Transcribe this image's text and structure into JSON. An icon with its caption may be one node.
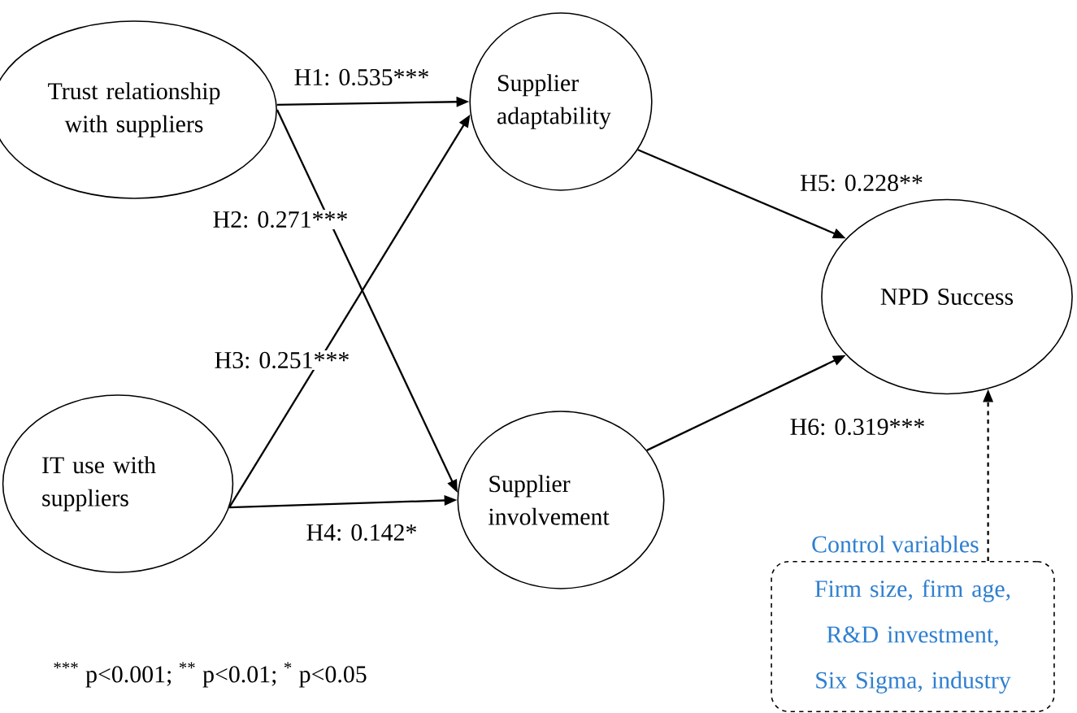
{
  "diagram": {
    "nodes": [
      {
        "text": [
          "Trust relationship with suppliers"
        ]
      },
      {
        "text": [
          "Supplier adaptability"
        ]
      },
      {
        "text": [
          "IT use with suppliers"
        ]
      },
      {
        "text": [
          "Supplier involvement"
        ]
      },
      {
        "text": [
          "NPD Success"
        ]
      },
      {
        "text": [
          "Control variables",
          "Firm size, firm age, R&D investment, Six Sigma, industry"
        ]
      }
    ],
    "edges": [
      {
        "from": 0,
        "to": 1,
        "arrow": "to",
        "label": "H1: 0.535***"
      },
      {
        "from": 0,
        "to": 3,
        "arrow": "to",
        "label": "H2: 0.271***"
      },
      {
        "from": 2,
        "to": 1,
        "arrow": "to",
        "label": "H3: 0.251***"
      },
      {
        "from": 2,
        "to": 3,
        "arrow": "to",
        "label": "H4: 0.142*"
      },
      {
        "from": 1,
        "to": 4,
        "arrow": "to",
        "label": "H5: 0.228**"
      },
      {
        "from": 3,
        "to": 4,
        "arrow": "to",
        "label": "H6: 0.319***"
      },
      {
        "from": 5,
        "to": 4,
        "arrow": "to",
        "style": "dashed"
      }
    ],
    "labels": [
      "$^{***}$ p<0.001;  $^{**}$ p<0.01; $^{*}$ p<0.05"
    ]
  }
}
